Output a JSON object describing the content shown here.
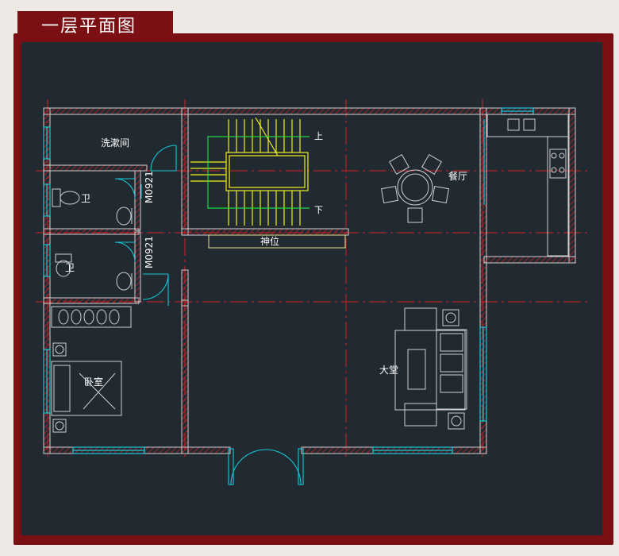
{
  "page_title": "一层平面图",
  "rooms": {
    "washroom": "洗漱间",
    "toilet_1": "卫",
    "toilet_2": "卫",
    "bedroom": "卧室",
    "living_room": "大堂",
    "dining": "餐厅",
    "shrine": "神位",
    "stair_up": "上",
    "stair_down": "下"
  },
  "door_codes": {
    "door_1": "M0921",
    "door_2": "M0921"
  },
  "colors": {
    "frame": "#7b1014",
    "background": "#222a31",
    "wall": "#cfcfcf",
    "axis": "#d21f26",
    "window": "#16c8d8",
    "stair": "#f0f01e",
    "stair_handrail": "#1fd33a"
  }
}
